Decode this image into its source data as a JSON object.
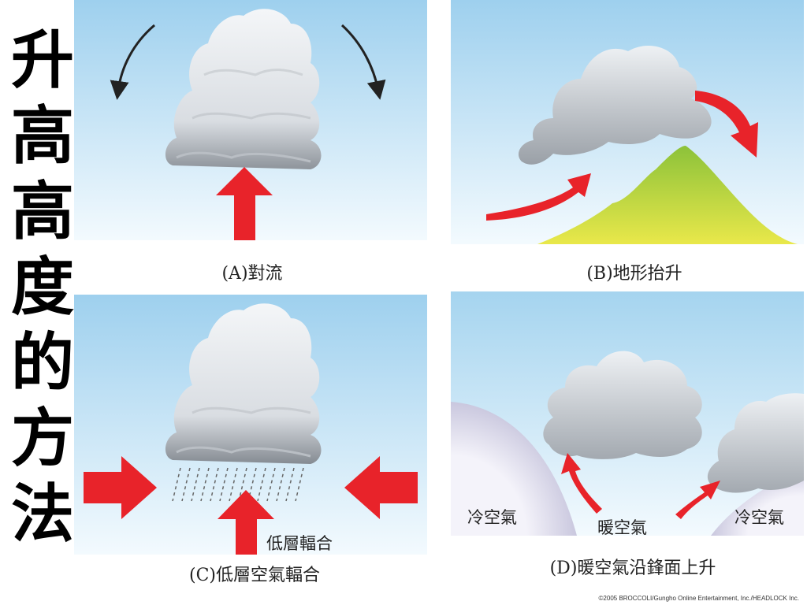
{
  "title_chars": [
    "升",
    "高",
    "高",
    "度",
    "的",
    "方",
    "法"
  ],
  "panels": {
    "a": {
      "caption": "(A)對流"
    },
    "b": {
      "caption": "(B)地形抬升"
    },
    "c": {
      "caption": "(C)低層空氣輻合",
      "label": "低層輻合"
    },
    "d": {
      "caption": "(D)暖空氣沿鋒面上升",
      "label_left": "冷空氣",
      "label_center": "暖空氣",
      "label_right": "冷空氣"
    }
  },
  "copyright": "©2005 BROCCOLI/Gungho Online Entertainment, Inc./HEADLOCK Inc.",
  "colors": {
    "sky_top": "#9ed0ee",
    "sky_bottom": "#f3fafe",
    "arrow": "#e8232a",
    "mountain": "#9cc83a"
  }
}
